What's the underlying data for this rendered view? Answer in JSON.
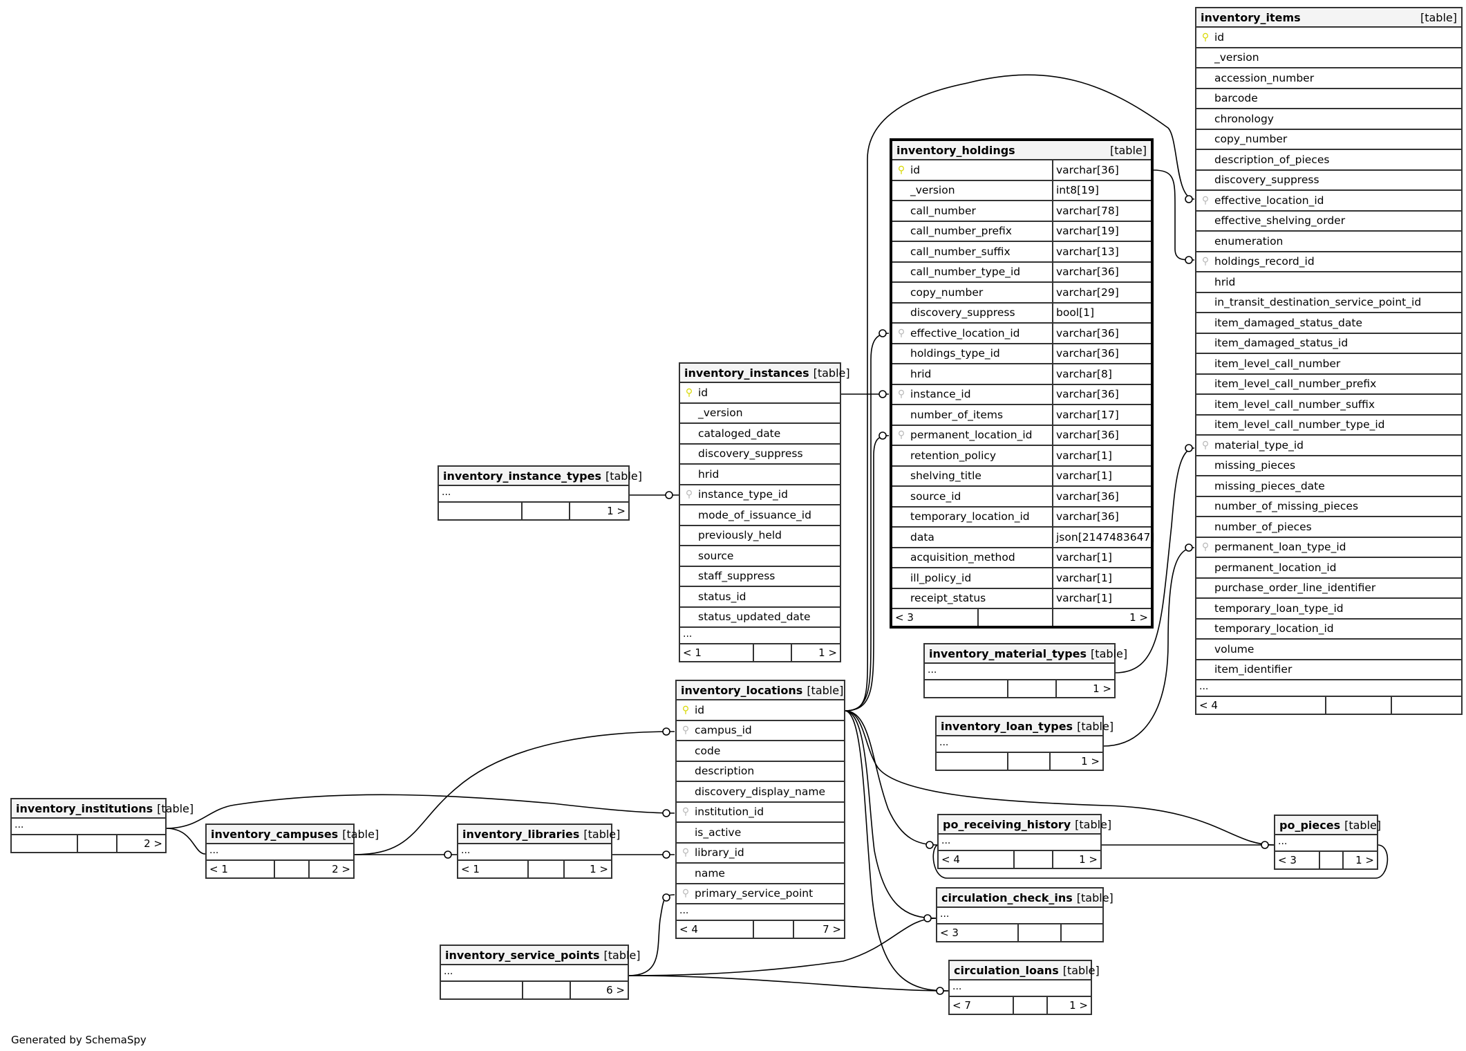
{
  "footer_text": "Generated by SchemaSpy",
  "colors": {
    "primary_key": "#d8d800",
    "foreign_key": "#b8b8b8",
    "border": "#333333",
    "header_bg": "#f4f4f4"
  },
  "tables": {
    "inventory_items": {
      "name": "inventory_items",
      "type": "[table]",
      "columns": [
        {
          "name": "id",
          "key": "pk"
        },
        {
          "name": "_version",
          "key": ""
        },
        {
          "name": "accession_number",
          "key": ""
        },
        {
          "name": "barcode",
          "key": ""
        },
        {
          "name": "chronology",
          "key": ""
        },
        {
          "name": "copy_number",
          "key": ""
        },
        {
          "name": "description_of_pieces",
          "key": ""
        },
        {
          "name": "discovery_suppress",
          "key": ""
        },
        {
          "name": "effective_location_id",
          "key": "fk"
        },
        {
          "name": "effective_shelving_order",
          "key": ""
        },
        {
          "name": "enumeration",
          "key": ""
        },
        {
          "name": "holdings_record_id",
          "key": "fk"
        },
        {
          "name": "hrid",
          "key": ""
        },
        {
          "name": "in_transit_destination_service_point_id",
          "key": ""
        },
        {
          "name": "item_damaged_status_date",
          "key": ""
        },
        {
          "name": "item_damaged_status_id",
          "key": ""
        },
        {
          "name": "item_level_call_number",
          "key": ""
        },
        {
          "name": "item_level_call_number_prefix",
          "key": ""
        },
        {
          "name": "item_level_call_number_suffix",
          "key": ""
        },
        {
          "name": "item_level_call_number_type_id",
          "key": ""
        },
        {
          "name": "material_type_id",
          "key": "fk"
        },
        {
          "name": "missing_pieces",
          "key": ""
        },
        {
          "name": "missing_pieces_date",
          "key": ""
        },
        {
          "name": "number_of_missing_pieces",
          "key": ""
        },
        {
          "name": "number_of_pieces",
          "key": ""
        },
        {
          "name": "permanent_loan_type_id",
          "key": "fk"
        },
        {
          "name": "permanent_location_id",
          "key": ""
        },
        {
          "name": "purchase_order_line_identifier",
          "key": ""
        },
        {
          "name": "temporary_loan_type_id",
          "key": ""
        },
        {
          "name": "temporary_location_id",
          "key": ""
        },
        {
          "name": "volume",
          "key": ""
        },
        {
          "name": "item_identifier",
          "key": ""
        }
      ],
      "ellipsis": "...",
      "footer": [
        "< 4",
        "",
        ""
      ]
    },
    "inventory_holdings": {
      "name": "inventory_holdings",
      "type": "[table]",
      "columns": [
        {
          "name": "id",
          "key": "pk",
          "dtype": "varchar[36]"
        },
        {
          "name": "_version",
          "key": "",
          "dtype": "int8[19]"
        },
        {
          "name": "call_number",
          "key": "",
          "dtype": "varchar[78]"
        },
        {
          "name": "call_number_prefix",
          "key": "",
          "dtype": "varchar[19]"
        },
        {
          "name": "call_number_suffix",
          "key": "",
          "dtype": "varchar[13]"
        },
        {
          "name": "call_number_type_id",
          "key": "",
          "dtype": "varchar[36]"
        },
        {
          "name": "copy_number",
          "key": "",
          "dtype": "varchar[29]"
        },
        {
          "name": "discovery_suppress",
          "key": "",
          "dtype": "bool[1]"
        },
        {
          "name": "effective_location_id",
          "key": "fk",
          "dtype": "varchar[36]"
        },
        {
          "name": "holdings_type_id",
          "key": "",
          "dtype": "varchar[36]"
        },
        {
          "name": "hrid",
          "key": "",
          "dtype": "varchar[8]"
        },
        {
          "name": "instance_id",
          "key": "fk",
          "dtype": "varchar[36]"
        },
        {
          "name": "number_of_items",
          "key": "",
          "dtype": "varchar[17]"
        },
        {
          "name": "permanent_location_id",
          "key": "fk",
          "dtype": "varchar[36]"
        },
        {
          "name": "retention_policy",
          "key": "",
          "dtype": "varchar[1]"
        },
        {
          "name": "shelving_title",
          "key": "",
          "dtype": "varchar[1]"
        },
        {
          "name": "source_id",
          "key": "",
          "dtype": "varchar[36]"
        },
        {
          "name": "temporary_location_id",
          "key": "",
          "dtype": "varchar[36]"
        },
        {
          "name": "data",
          "key": "",
          "dtype": "json[2147483647]"
        },
        {
          "name": "acquisition_method",
          "key": "",
          "dtype": "varchar[1]"
        },
        {
          "name": "ill_policy_id",
          "key": "",
          "dtype": "varchar[1]"
        },
        {
          "name": "receipt_status",
          "key": "",
          "dtype": "varchar[1]"
        }
      ],
      "footer": [
        "< 3",
        "",
        "1 >"
      ]
    },
    "inventory_instances": {
      "name": "inventory_instances",
      "type": "[table]",
      "columns": [
        {
          "name": "id",
          "key": "pk"
        },
        {
          "name": "_version",
          "key": ""
        },
        {
          "name": "cataloged_date",
          "key": ""
        },
        {
          "name": "discovery_suppress",
          "key": ""
        },
        {
          "name": "hrid",
          "key": ""
        },
        {
          "name": "instance_type_id",
          "key": "fk"
        },
        {
          "name": "mode_of_issuance_id",
          "key": ""
        },
        {
          "name": "previously_held",
          "key": ""
        },
        {
          "name": "source",
          "key": ""
        },
        {
          "name": "staff_suppress",
          "key": ""
        },
        {
          "name": "status_id",
          "key": ""
        },
        {
          "name": "status_updated_date",
          "key": ""
        }
      ],
      "ellipsis": "...",
      "footer": [
        "< 1",
        "",
        "1 >"
      ]
    },
    "inventory_locations": {
      "name": "inventory_locations",
      "type": "[table]",
      "columns": [
        {
          "name": "id",
          "key": "pk"
        },
        {
          "name": "campus_id",
          "key": "fk"
        },
        {
          "name": "code",
          "key": ""
        },
        {
          "name": "description",
          "key": ""
        },
        {
          "name": "discovery_display_name",
          "key": ""
        },
        {
          "name": "institution_id",
          "key": "fk"
        },
        {
          "name": "is_active",
          "key": ""
        },
        {
          "name": "library_id",
          "key": "fk"
        },
        {
          "name": "name",
          "key": ""
        },
        {
          "name": "primary_service_point",
          "key": "fk"
        }
      ],
      "ellipsis": "...",
      "footer": [
        "< 4",
        "",
        "7 >"
      ]
    },
    "inventory_instance_types": {
      "name": "inventory_instance_types",
      "type": "[table]",
      "ellipsis": "...",
      "footer": [
        "",
        "",
        "1 >"
      ]
    },
    "inventory_institutions": {
      "name": "inventory_institutions",
      "type": "[table]",
      "ellipsis": "...",
      "footer": [
        "",
        "",
        "2 >"
      ]
    },
    "inventory_campuses": {
      "name": "inventory_campuses",
      "type": "[table]",
      "ellipsis": "...",
      "footer": [
        "< 1",
        "",
        "2 >"
      ]
    },
    "inventory_libraries": {
      "name": "inventory_libraries",
      "type": "[table]",
      "ellipsis": "...",
      "footer": [
        "< 1",
        "",
        "1 >"
      ]
    },
    "inventory_service_points": {
      "name": "inventory_service_points",
      "type": "[table]",
      "ellipsis": "...",
      "footer": [
        "",
        "",
        "6 >"
      ]
    },
    "inventory_material_types": {
      "name": "inventory_material_types",
      "type": "[table]",
      "ellipsis": "...",
      "footer": [
        "",
        "",
        "1 >"
      ]
    },
    "inventory_loan_types": {
      "name": "inventory_loan_types",
      "type": "[table]",
      "ellipsis": "...",
      "footer": [
        "",
        "",
        "1 >"
      ]
    },
    "po_receiving_history": {
      "name": "po_receiving_history",
      "type": "[table]",
      "ellipsis": "...",
      "footer": [
        "< 4",
        "",
        "1 >"
      ]
    },
    "po_pieces": {
      "name": "po_pieces",
      "type": "[table]",
      "ellipsis": "...",
      "footer": [
        "< 3",
        "",
        "1 >"
      ]
    },
    "circulation_check_ins": {
      "name": "circulation_check_ins",
      "type": "[table]",
      "ellipsis": "...",
      "footer": [
        "< 3",
        "",
        ""
      ]
    },
    "circulation_loans": {
      "name": "circulation_loans",
      "type": "[table]",
      "ellipsis": "...",
      "footer": [
        "< 7",
        "",
        "1 >"
      ]
    }
  },
  "relationships": [
    {
      "from": "inventory_holdings.id",
      "to": "inventory_items.holdings_record_id"
    },
    {
      "from": "inventory_locations.id",
      "to": "inventory_items.effective_location_id"
    },
    {
      "from": "inventory_locations.id",
      "to": "inventory_holdings.effective_location_id"
    },
    {
      "from": "inventory_instances.id",
      "to": "inventory_holdings.instance_id"
    },
    {
      "from": "inventory_locations.id",
      "to": "inventory_holdings.permanent_location_id"
    },
    {
      "from": "inventory_instance_types",
      "to": "inventory_instances.instance_type_id"
    },
    {
      "from": "inventory_material_types",
      "to": "inventory_items.material_type_id"
    },
    {
      "from": "inventory_loan_types",
      "to": "inventory_items.permanent_loan_type_id"
    },
    {
      "from": "inventory_campuses",
      "to": "inventory_locations.campus_id"
    },
    {
      "from": "inventory_institutions",
      "to": "inventory_locations.institution_id"
    },
    {
      "from": "inventory_institutions",
      "to": "inventory_campuses"
    },
    {
      "from": "inventory_campuses",
      "to": "inventory_libraries"
    },
    {
      "from": "inventory_libraries",
      "to": "inventory_locations.library_id"
    },
    {
      "from": "inventory_service_points",
      "to": "inventory_locations.primary_service_point"
    },
    {
      "from": "inventory_locations.id",
      "to": "po_receiving_history"
    },
    {
      "from": "inventory_locations.id",
      "to": "po_pieces"
    },
    {
      "from": "inventory_locations.id",
      "to": "circulation_check_ins"
    },
    {
      "from": "inventory_locations.id",
      "to": "circulation_loans"
    },
    {
      "from": "inventory_service_points",
      "to": "circulation_check_ins"
    },
    {
      "from": "inventory_service_points",
      "to": "circulation_loans"
    },
    {
      "from": "po_receiving_history",
      "to": "po_pieces"
    },
    {
      "from": "po_pieces",
      "to": "po_receiving_history"
    }
  ]
}
